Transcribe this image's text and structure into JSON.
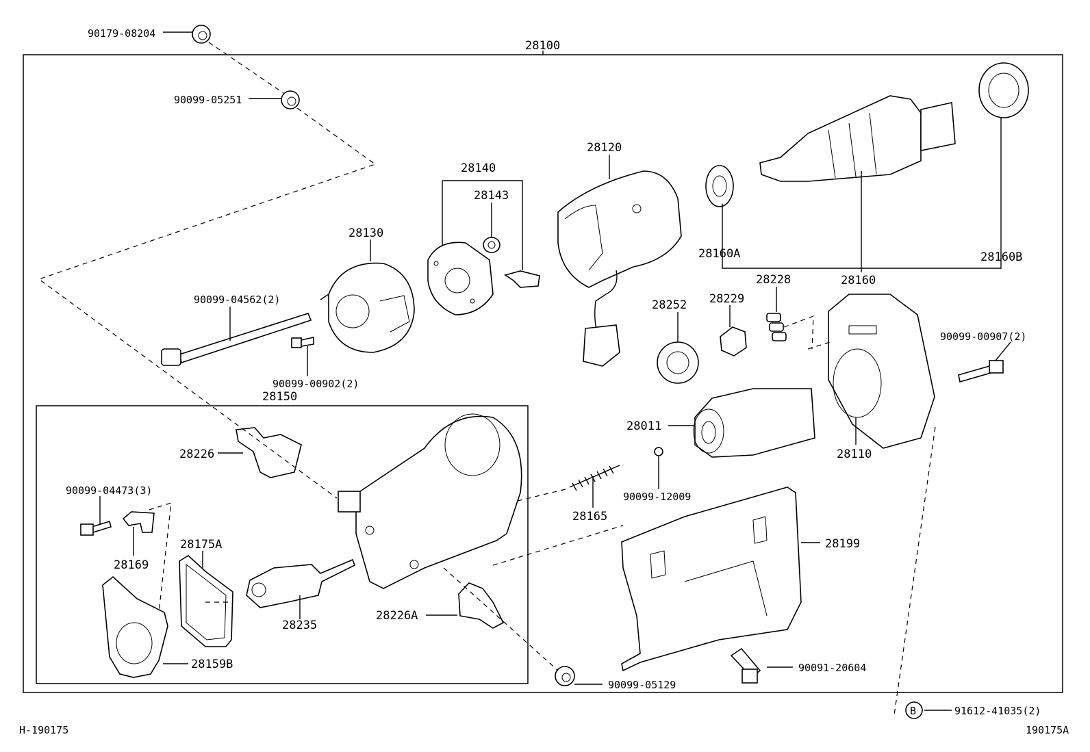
{
  "labels": {
    "p28100": "28100",
    "p90179_08204": "90179-08204",
    "p90099_05251": "90099-05251",
    "p28140": "28140",
    "p28143": "28143",
    "p28120": "28120",
    "p28130": "28130",
    "p28160A": "28160A",
    "p28160B": "28160B",
    "p28160": "28160",
    "p28228": "28228",
    "p28229": "28229",
    "p28252": "28252",
    "p90099_04562": "90099-04562(2)",
    "p90099_00902": "90099-00902(2)",
    "p28150": "28150",
    "p90099_00907": "90099-00907(2)",
    "p28226": "28226",
    "p28011": "28011",
    "p28110": "28110",
    "p90099_04473": "90099-04473(3)",
    "p90099_12009": "90099-12009",
    "p28165": "28165",
    "p28175A": "28175A",
    "p28169": "28169",
    "p28199": "28199",
    "p28235": "28235",
    "p28226A": "28226A",
    "p28159B": "28159B",
    "p90091_20604": "90091-20604",
    "p90099_05129": "90099-05129",
    "p91612_41035": "91612-41035(2)",
    "bubble_b": "B",
    "footer_left": "H-190175",
    "footer_right": "190175A"
  },
  "icons": {
    "nut": "nut-icon",
    "bolt": "bolt-icon",
    "gear": "gear-icon",
    "bearing": "bearing-icon",
    "spring": "spring-icon"
  }
}
